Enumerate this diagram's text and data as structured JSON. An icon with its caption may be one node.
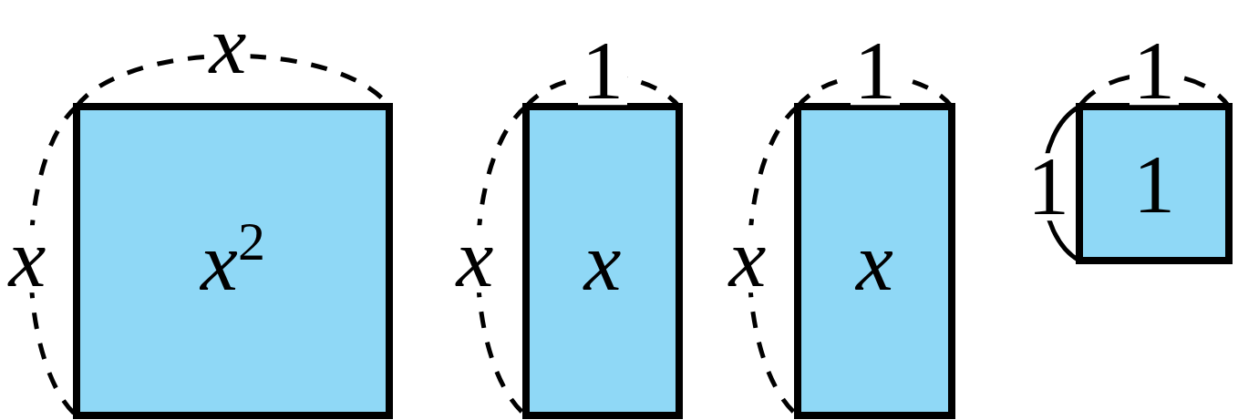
{
  "diagram": {
    "nodes": [
      {
        "text": [
          "*x*$^{2}$"
        ]
      },
      {
        "text": [
          "x"
        ]
      },
      {
        "text": [
          "x"
        ]
      },
      {
        "text": [
          "1"
        ]
      }
    ],
    "labels": [
      "x",
      "1",
      "1",
      "1",
      "1",
      "x",
      "x",
      "x"
    ]
  }
}
